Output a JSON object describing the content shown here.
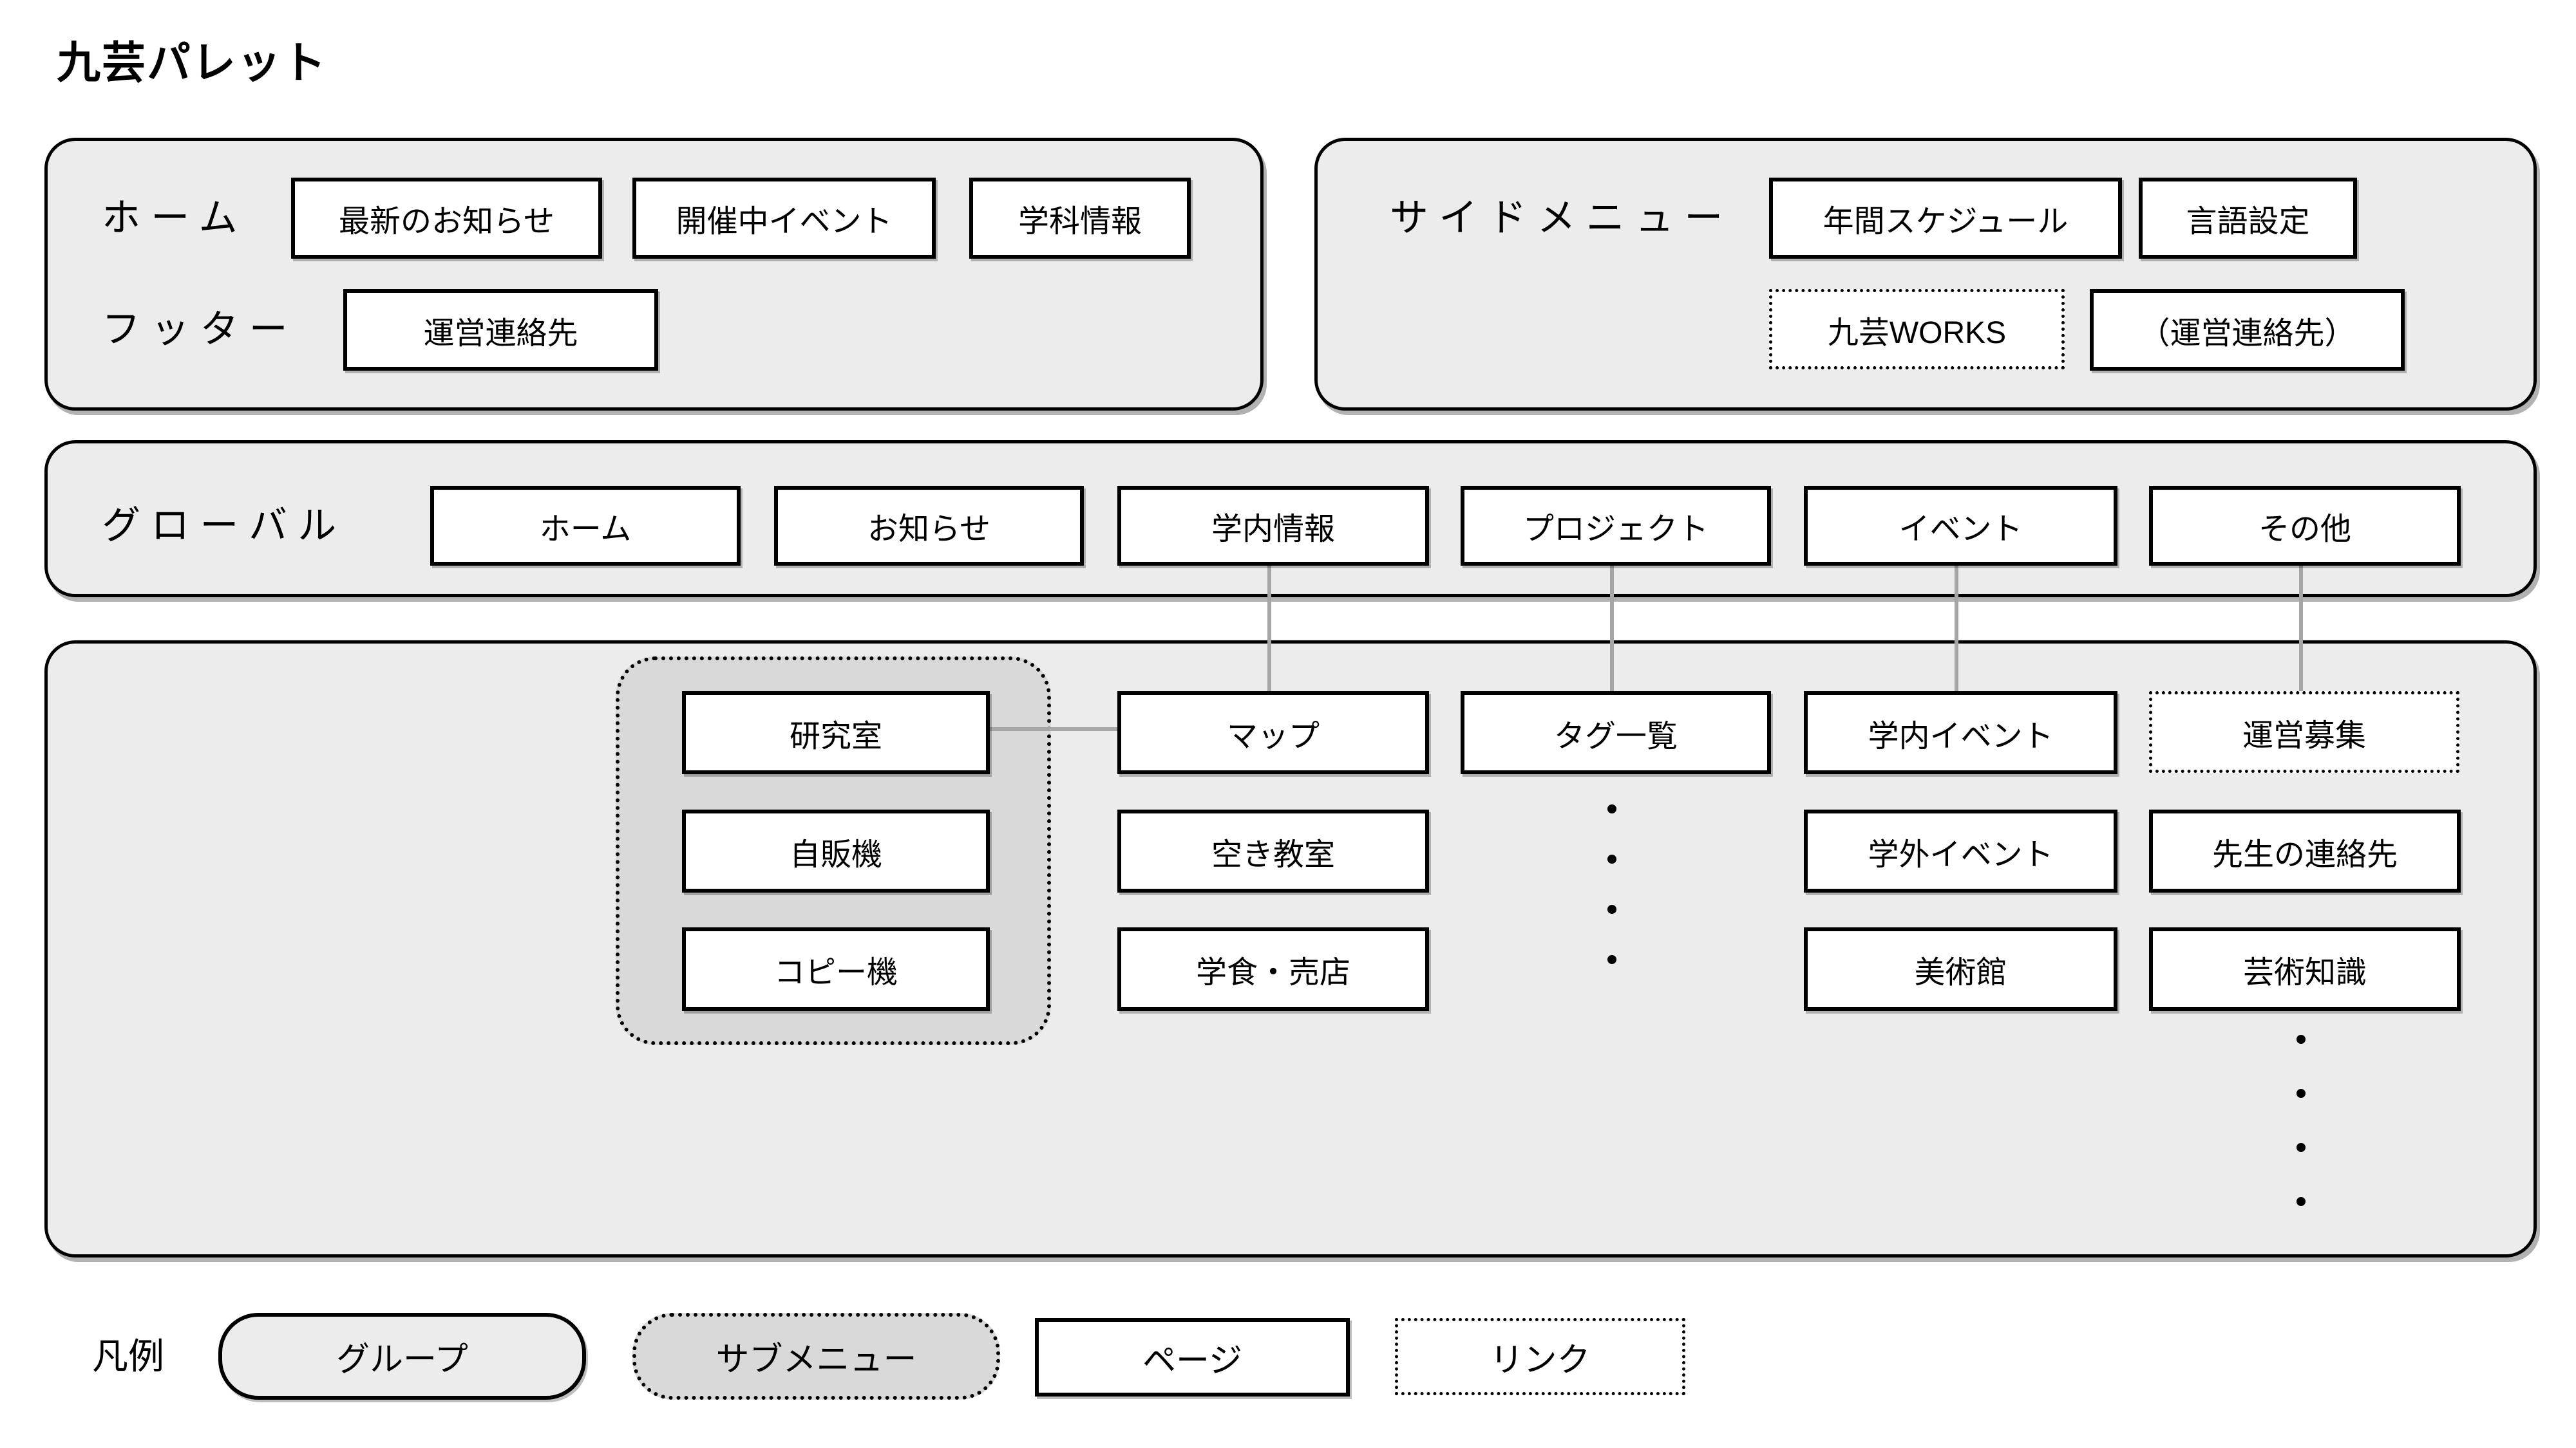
{
  "title": "九芸パレット",
  "colors": {
    "panel_bg": "#ECECEC",
    "submenu_bg": "#D9D9D9",
    "connector_line": "#A6A6A6",
    "node_border": "#000000"
  },
  "home_panel": {
    "row1_label": "ホーム",
    "row1_items": [
      "最新のお知らせ",
      "開催中イベント",
      "学科情報"
    ],
    "row2_label": "フッター",
    "row2_items": [
      "運営連絡先"
    ]
  },
  "side_panel": {
    "label": "サイドメニュー",
    "row1_items": [
      "年間スケジュール",
      "言語設定"
    ],
    "row2_items": [
      "九芸WORKS",
      "（運営連絡先）"
    ]
  },
  "global_nav": {
    "label": "グローバル",
    "items": [
      "ホーム",
      "お知らせ",
      "学内情報",
      "プロジェクト",
      "イベント",
      "その他"
    ]
  },
  "sitemap": {
    "submenu_group": [
      "研究室",
      "自販機",
      "コピー機"
    ],
    "campus_info": [
      "マップ",
      "空き教室",
      "学食・売店"
    ],
    "project": [
      "タグ一覧"
    ],
    "event": [
      "学内イベント",
      "学外イベント",
      "美術館"
    ],
    "other": [
      "運営募集",
      "先生の連絡先",
      "芸術知識"
    ]
  },
  "legend": {
    "label": "凡例",
    "items": [
      "グループ",
      "サブメニュー",
      "ページ",
      "リンク"
    ]
  }
}
